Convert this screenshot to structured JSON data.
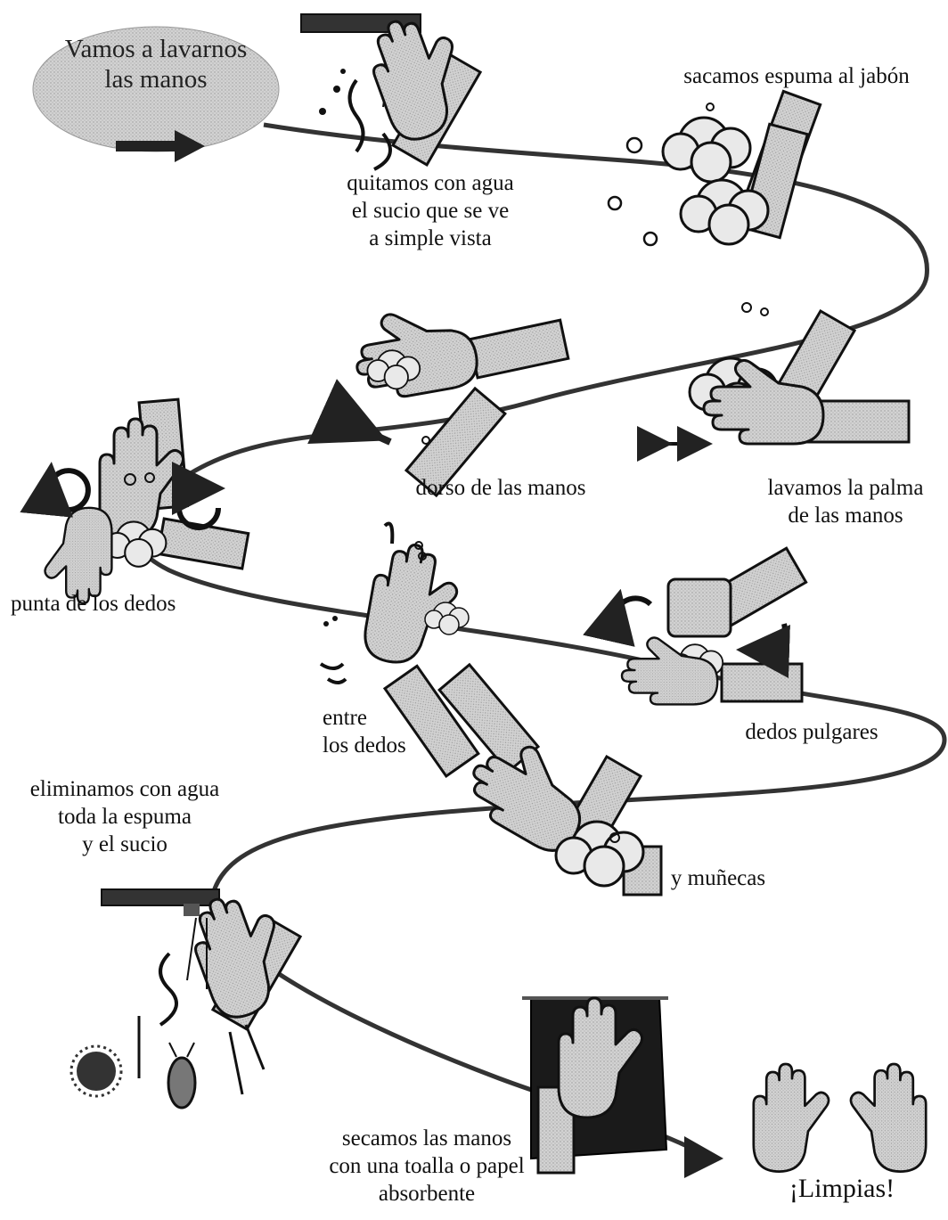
{
  "title": {
    "line1": "Vamos a lavarnos",
    "line2": "las manos"
  },
  "steps": [
    {
      "id": "rinse",
      "lines": [
        "quitamos con agua",
        "el sucio que se ve",
        "a simple vista"
      ]
    },
    {
      "id": "soap",
      "lines": [
        "sacamos espuma al jabón"
      ]
    },
    {
      "id": "palms",
      "lines": [
        "lavamos la palma",
        "de las manos"
      ]
    },
    {
      "id": "backs",
      "lines": [
        "dorso de las manos"
      ]
    },
    {
      "id": "fingertips",
      "lines": [
        "punta de los dedos"
      ]
    },
    {
      "id": "between",
      "lines": [
        "entre",
        "los dedos"
      ]
    },
    {
      "id": "thumbs",
      "lines": [
        "dedos pulgares"
      ]
    },
    {
      "id": "wrists",
      "lines": [
        "y muñecas"
      ]
    },
    {
      "id": "final-rinse",
      "lines": [
        "eliminamos con agua",
        "toda la espuma",
        "y el sucio"
      ]
    },
    {
      "id": "dry",
      "lines": [
        "secamos las manos",
        "con una toalla o papel",
        "absorbente"
      ]
    },
    {
      "id": "clean",
      "lines": [
        "¡Limpias!"
      ]
    }
  ],
  "colors": {
    "ink": "#111111",
    "hand_fill": "#cfcfcf",
    "sleeve_fill": "#c4c4c4",
    "foam_fill": "#e4e4e4",
    "title_bubble": "#bdbdbd",
    "towel": "#1a1a1a"
  },
  "icons": [
    "faucet-icon",
    "hands-icon",
    "foam-icon",
    "rotation-arrow-icon",
    "double-arrow-icon",
    "germ-icon",
    "bug-icon",
    "towel-icon",
    "clean-hands-icon"
  ]
}
